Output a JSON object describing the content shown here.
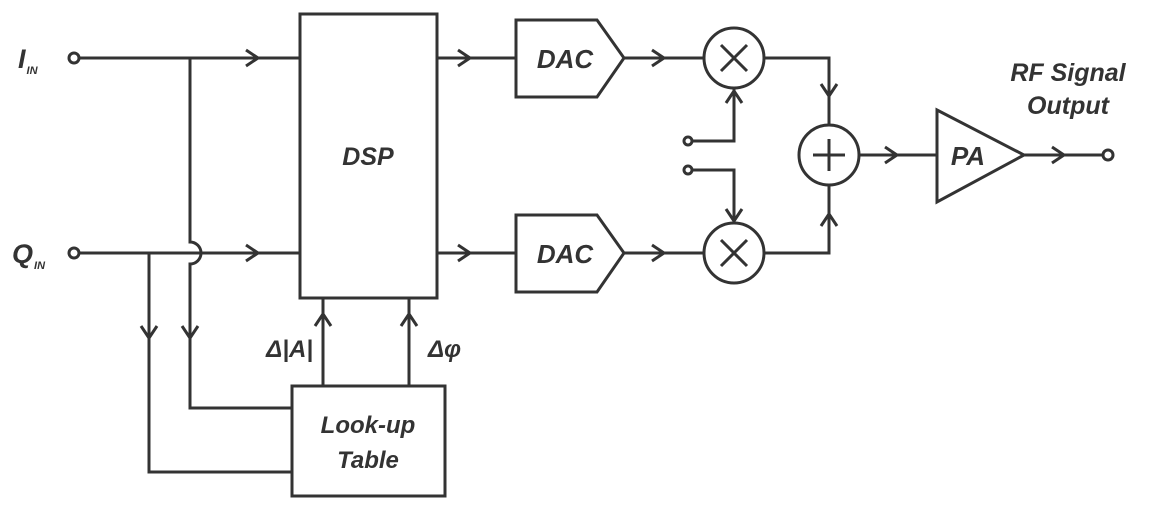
{
  "inputs": {
    "i_main": "I",
    "i_sub": "IN",
    "q_main": "Q",
    "q_sub": "IN"
  },
  "blocks": {
    "dsp": "DSP",
    "dac_top": "DAC",
    "dac_bottom": "DAC",
    "pa": "PA",
    "lut_line1": "Look-up",
    "lut_line2": "Table"
  },
  "signals": {
    "delta_amplitude": "Δ|A|",
    "delta_phase": "Δφ"
  },
  "output": {
    "line1": "RF Signal",
    "line2": "Output"
  },
  "colors": {
    "line": "#333333",
    "background": "#ffffff"
  }
}
